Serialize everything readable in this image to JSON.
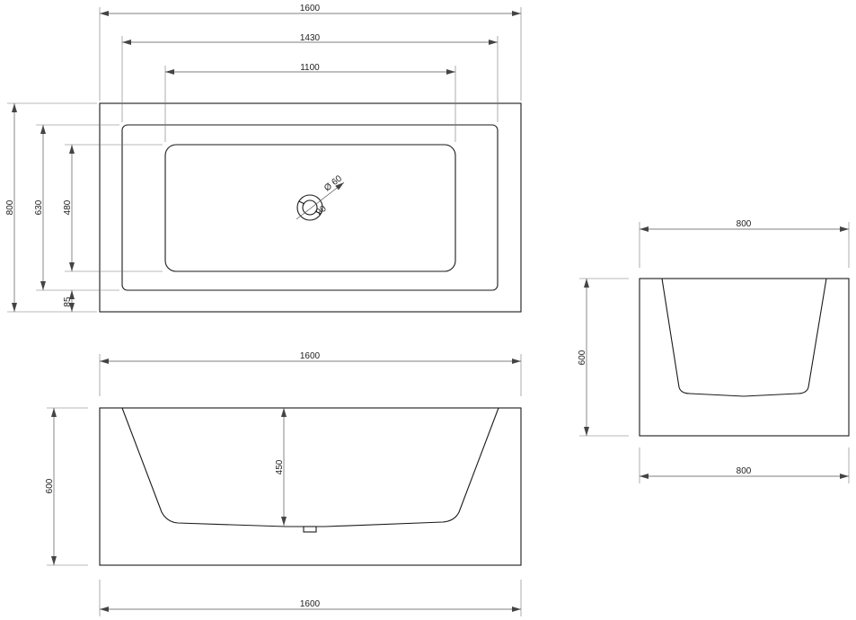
{
  "colors": {
    "line": "#1a1a1a",
    "dimension": "#555555",
    "background": "#ffffff"
  },
  "top_view": {
    "overall_length": "1600",
    "outer_rim_length": "1430",
    "basin_length": "1100",
    "overall_width": "800",
    "rim_width": "630",
    "basin_width": "480",
    "side_offset": "85",
    "drain_diameter": "Ø 60",
    "drain_small_label": "90"
  },
  "front_view": {
    "top_length": "1600",
    "height": "600",
    "inner_depth": "450",
    "bottom_length": "1600"
  },
  "side_view": {
    "top_width": "800",
    "height": "600",
    "bottom_width": "800"
  }
}
